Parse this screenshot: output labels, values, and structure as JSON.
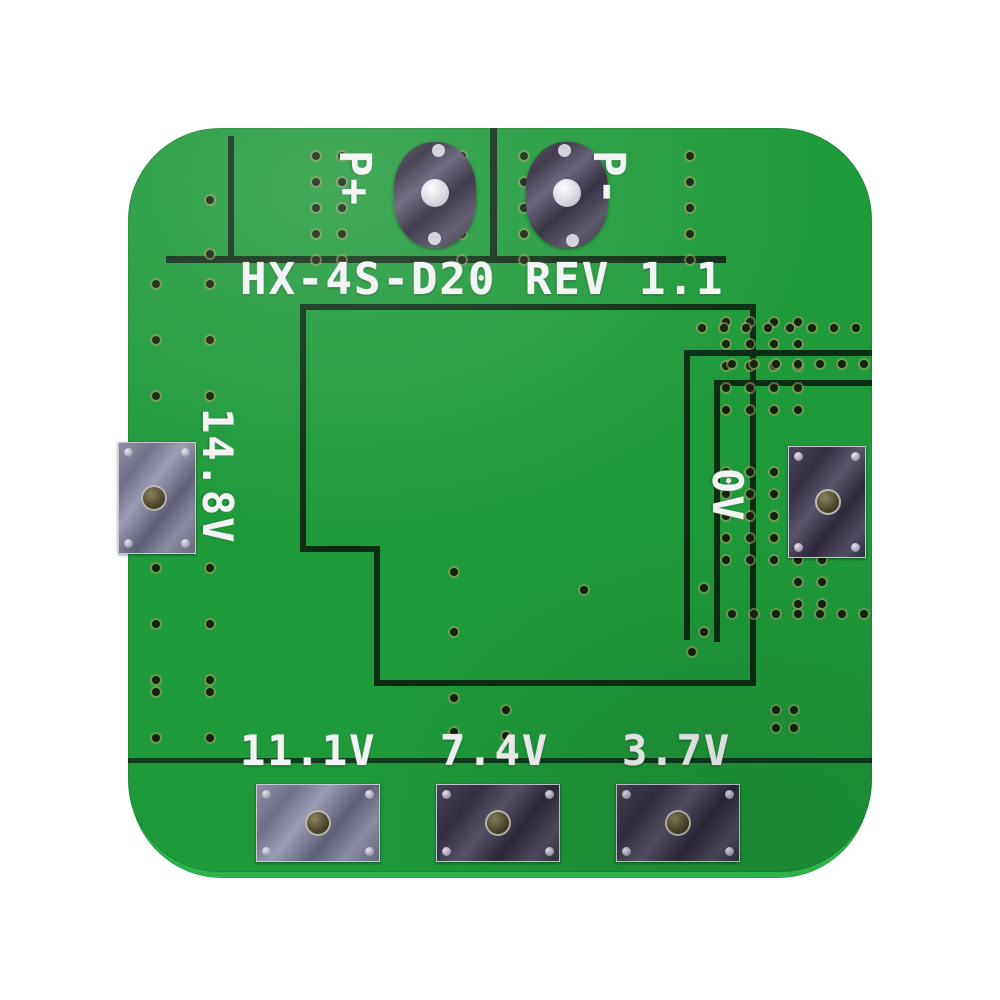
{
  "image": {
    "subject": "pcb-battery-protection-board",
    "background_color": "#ffffff",
    "board_color": "#1f9a3b",
    "board_edge_color": "#2eb44d",
    "trace_color": "#0b2d14",
    "silkscreen_color": "#f2f4f3",
    "pad_metal_color": "#7a7b92",
    "via_color": "#14230f"
  },
  "board": {
    "part_number": "HX-4S-D20 REV 1.1",
    "terminals": {
      "p_plus": "P+",
      "p_minus": "P-"
    },
    "voltage_taps": {
      "left": "14.8V",
      "right": "0V",
      "bottom": [
        "11.1V",
        "7.4V",
        "3.7V"
      ]
    }
  },
  "labels": {
    "silk_main": "HX-4S-D20 REV 1.1",
    "p_plus": "P+",
    "p_minus": "P-",
    "v_14_8": "14.8V",
    "v_0": "0V",
    "v_11_1": "11.1V",
    "v_7_4": "7.4V",
    "v_3_7": "3.7V"
  }
}
